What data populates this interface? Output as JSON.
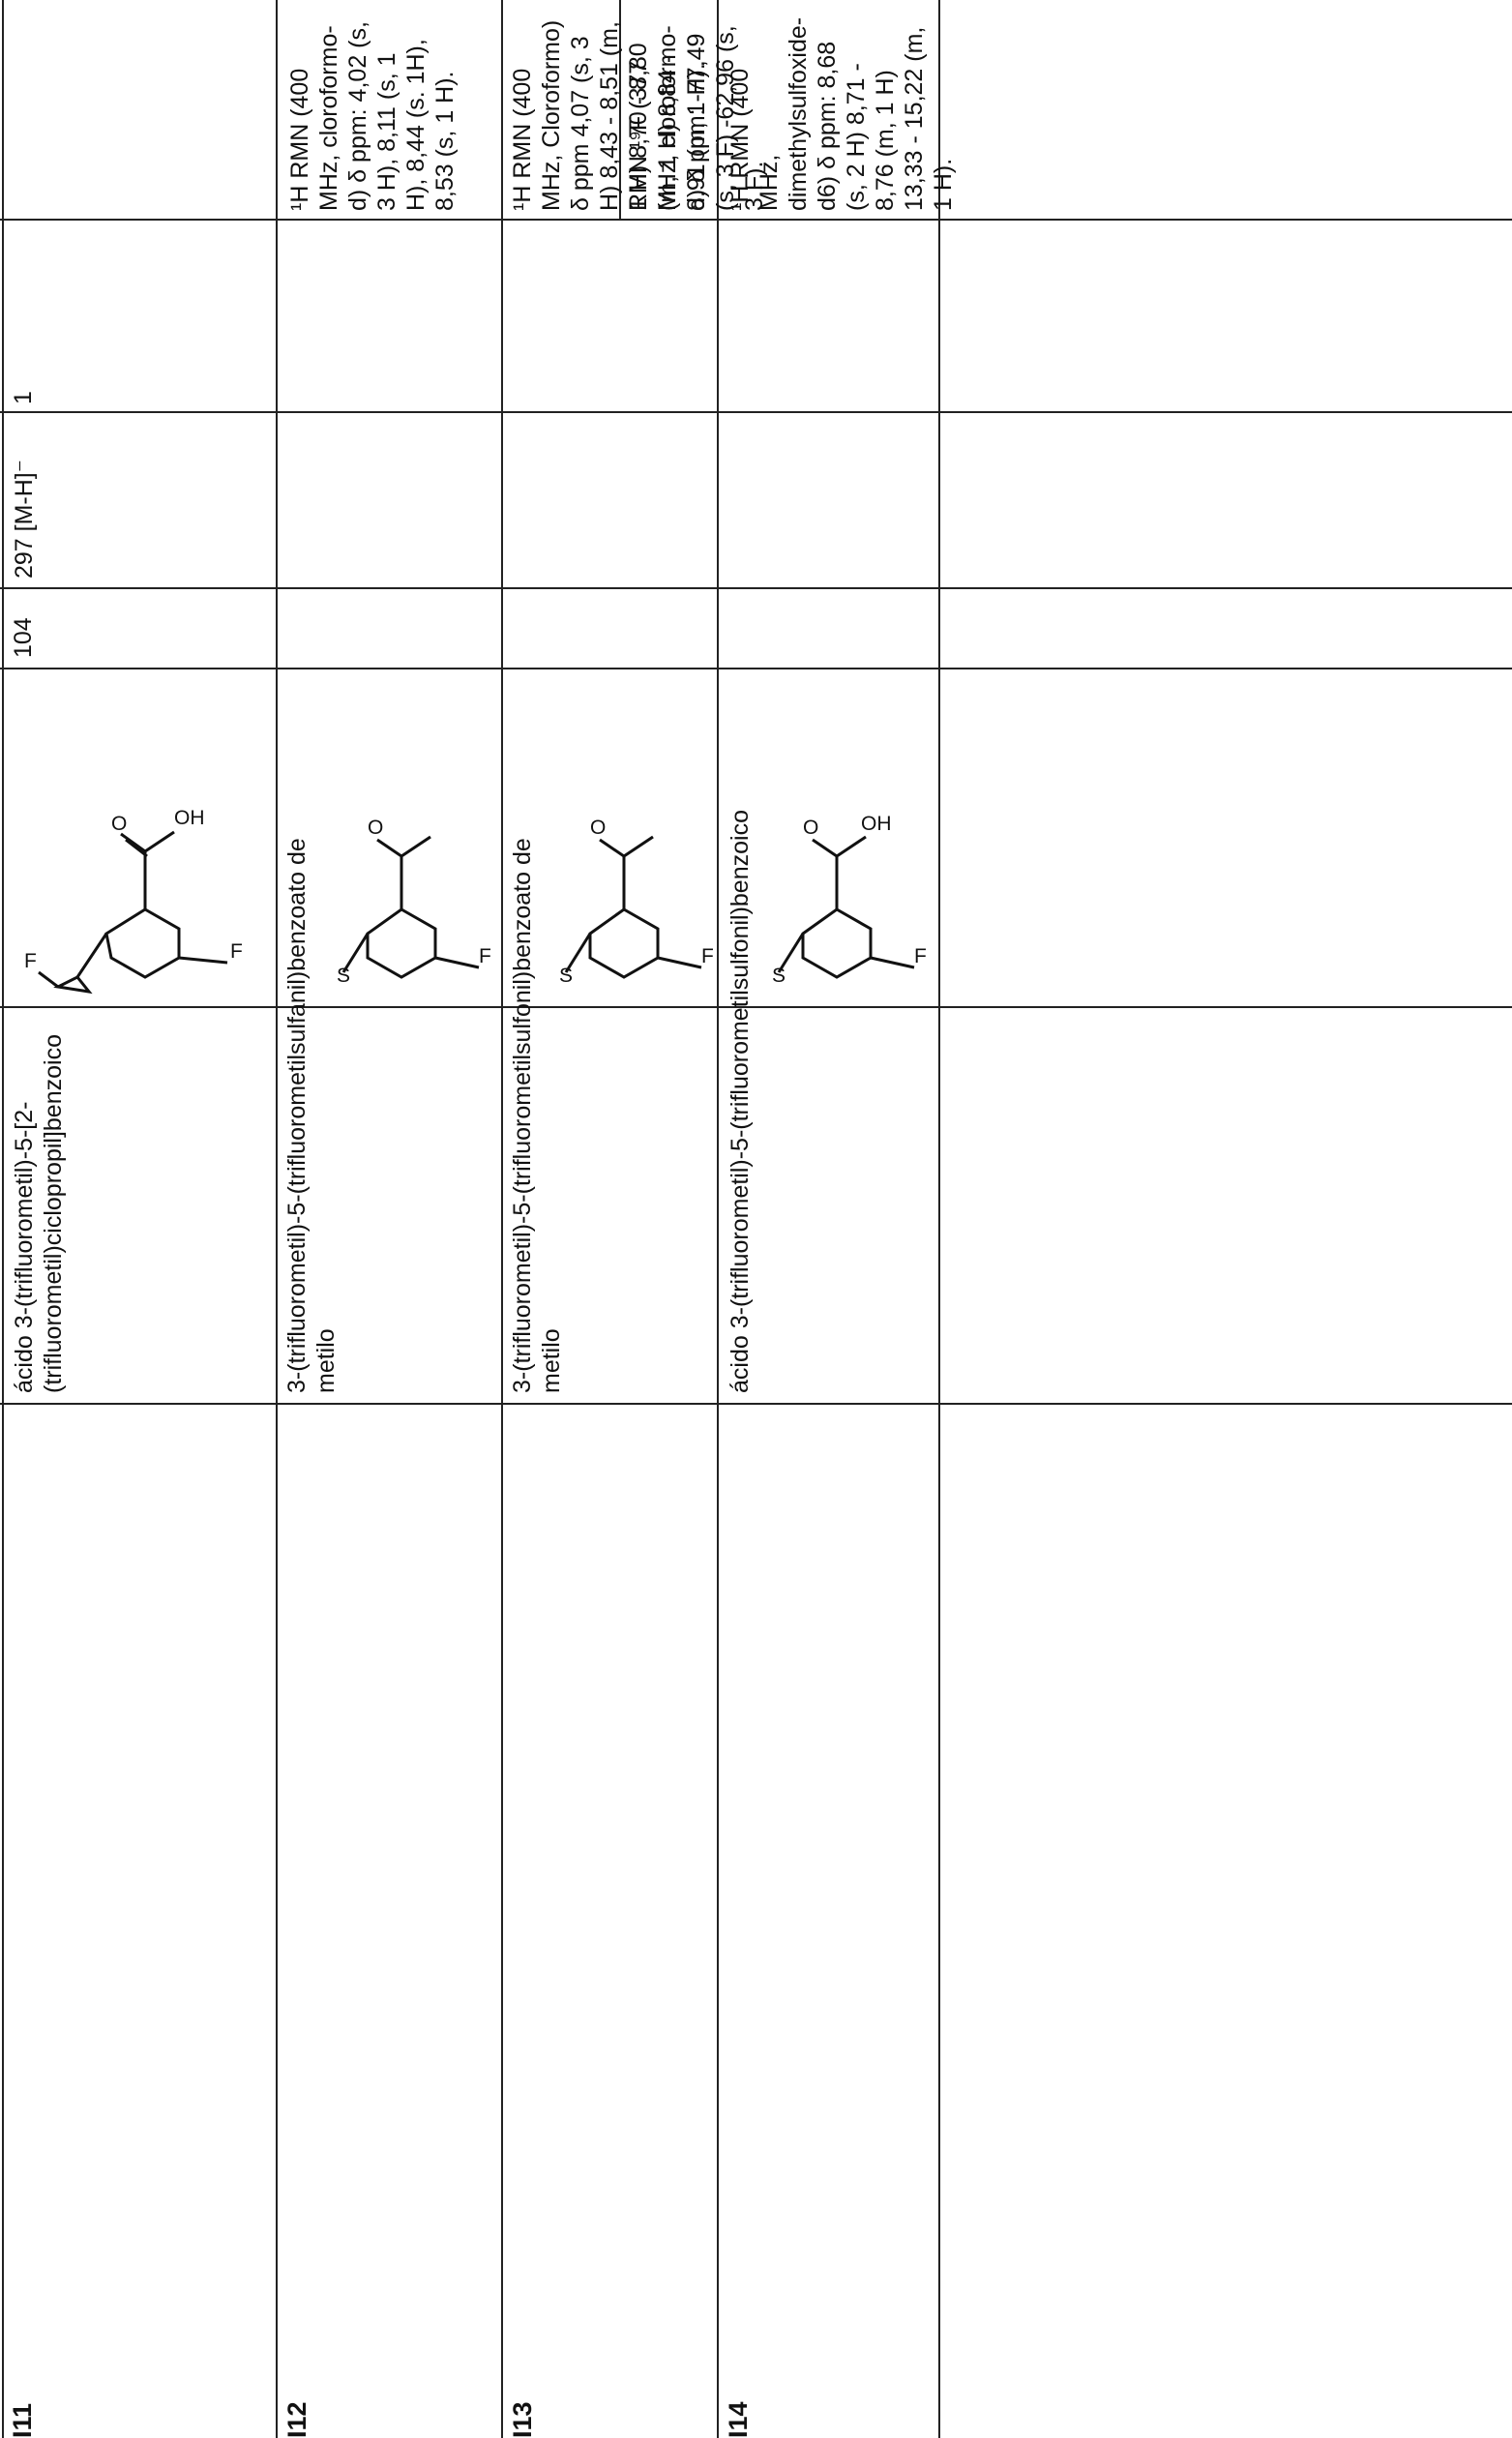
{
  "rows": [
    {
      "id": "I11",
      "name": "ácido 3-(trifluorometil)-5-[2-(trifluorometil)ciclopropil]benzoico",
      "method": "104",
      "ms": "297 [M-H]⁻",
      "rt": "1",
      "nmr": [
        "",
        ""
      ],
      "struct_icon": "carboxylic-acid-cyclopropyl-structure"
    },
    {
      "id": "I12",
      "name": "3-(trifluorometil)-5-(trifluorometilsulfanil)benzoato de metilo",
      "method": "",
      "ms": "",
      "rt": "",
      "nmr": [
        "¹H RMN (400 MHz, cloroformo-d) δ ppm: 4,02 (s, 3 H), 8,11 (s, 1 H), 8,44 (s. 1H), 8,53 (s, 1 H).",
        ""
      ],
      "struct_icon": "methyl-ester-sulfanyl-structure"
    },
    {
      "id": "I13",
      "name": "3-(trifluorometil)-5-(trifluorometilsulfonil)benzoato de metilo",
      "method": "",
      "ms": "",
      "rt": "",
      "nmr": [
        "¹H RMN (400 MHz, Cloroformo) δ ppm 4,07 (s, 3 H) 8,43 - 8,51 (m, 1 H) 8,70 - 8,80 (m, 1 H) 8,84 - 8,91 (m, 1 H).",
        "RMN ¹⁹F (377 MHz, cloroformo-d) δ ppm: -77,49 (s, 3 F) -62,96 (s, 3 F)."
      ],
      "struct_icon": "methyl-ester-sulfonyl-structure"
    },
    {
      "id": "I14",
      "name": "ácido 3-(trifluorometil)-5-(trifluorometilsulfonil)benzoico",
      "method": "",
      "ms": "",
      "rt": "",
      "nmr": [
        "¹H RMN (400 MHz, dimethylsulfoxide-d6) δ ppm: 8,68 (s, 2 H) 8,71 - 8,76 (m, 1 H) 13,33 - 15,22 (m, 1 H).",
        ""
      ],
      "struct_icon": "carboxylic-acid-sulfonyl-structure"
    }
  ],
  "atoms": {
    "O": "O",
    "OH": "OH",
    "F": "F",
    "S": "S"
  }
}
